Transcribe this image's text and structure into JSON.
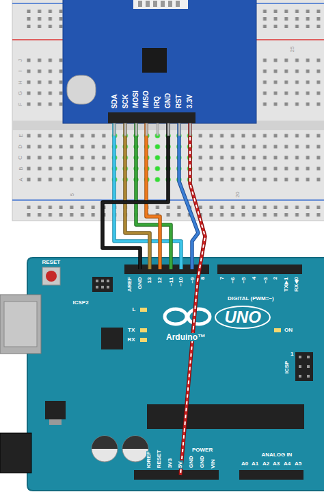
{
  "diagram": {
    "nodes": [
      {
        "text": [
          "SDA",
          "SCK",
          "MOSI",
          "MISO",
          "IRQ",
          "GND",
          "RST",
          "3.3V"
        ]
      },
      {
        "text": [
          "UNO",
          "Arduino™"
        ]
      }
    ],
    "edges": [
      {
        "from": 0,
        "to": 1,
        "arrow": "none"
      },
      {
        "from": 0,
        "to": 1,
        "arrow": "none"
      },
      {
        "from": 0,
        "to": 1,
        "arrow": "none"
      },
      {
        "from": 0,
        "to": 1,
        "arrow": "none"
      },
      {
        "from": 0,
        "to": 1,
        "arrow": "none"
      },
      {
        "from": 0,
        "to": 1,
        "arrow": "none"
      },
      {
        "from": 0,
        "to": 1,
        "arrow": "none"
      }
    ],
    "labels": [
      "J",
      "I",
      "H",
      "G",
      "F",
      "E",
      "D",
      "C",
      "B",
      "A",
      "25",
      "5",
      "20",
      "RESET",
      "ICSP2",
      "AREF",
      "GND",
      "13",
      "12",
      "~11",
      "~10",
      "~9",
      "8",
      "7",
      "~6",
      "~5",
      "4",
      "~3",
      "2",
      "TX▶1",
      "RX◀0",
      "DIGITAL (PWM=~)",
      "L",
      "TX",
      "RX",
      "ON",
      "ICSP",
      "1",
      "IOREF",
      "RESET",
      "3V3",
      "5V",
      "GND",
      "GND",
      "VIN",
      "POWER",
      "A0",
      "A1",
      "A2",
      "A3",
      "A4",
      "A5",
      "ANALOG IN"
    ]
  }
}
